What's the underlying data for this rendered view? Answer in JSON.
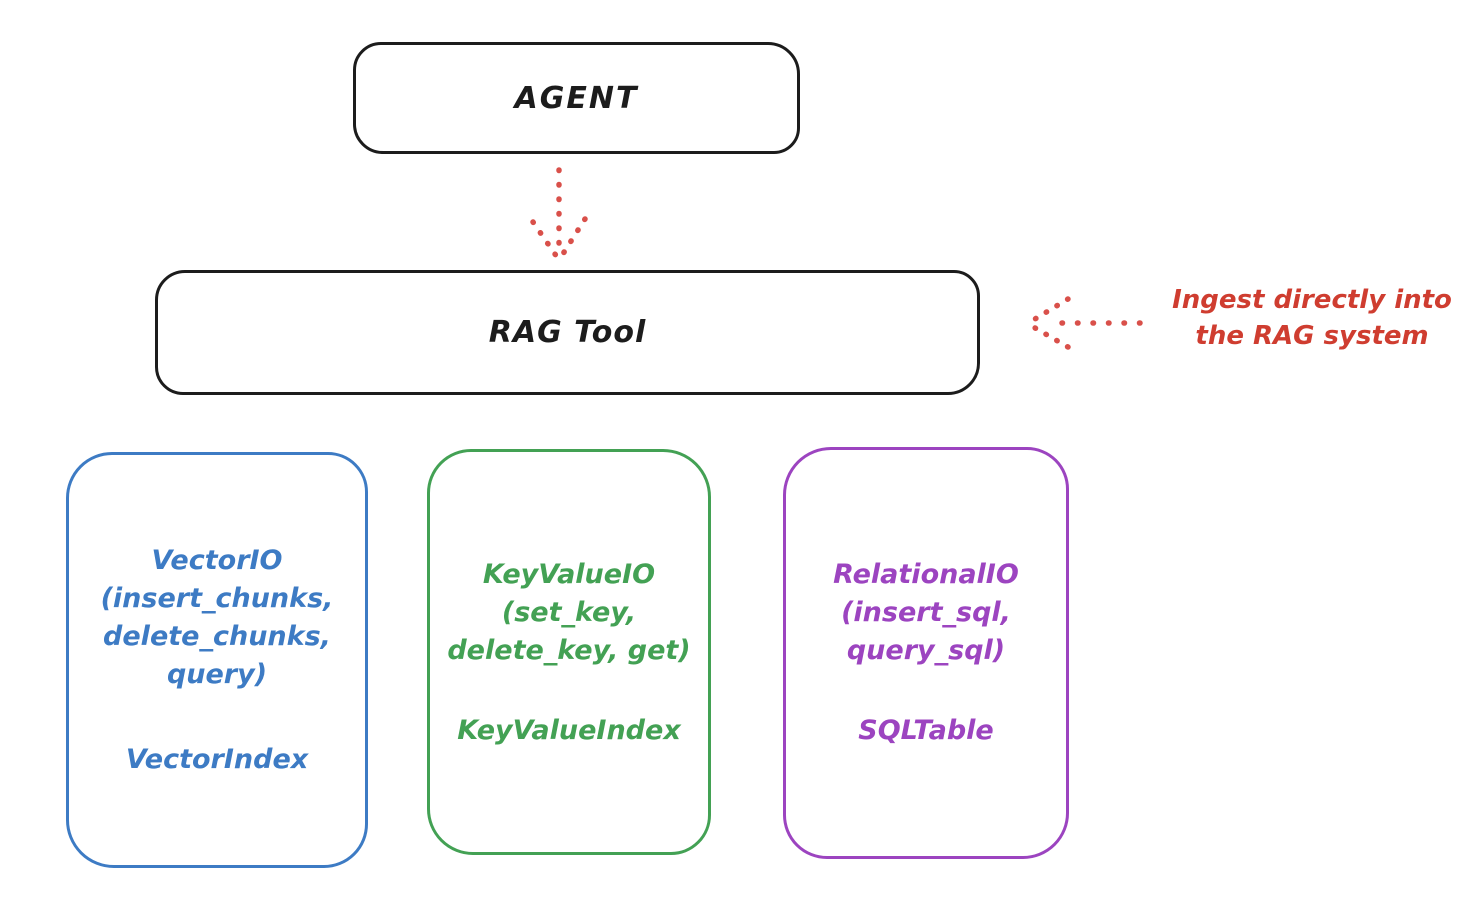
{
  "diagram": {
    "title_hint": "RAG Tool architecture sketch",
    "colors": {
      "stroke_black": "#1c1c1c",
      "annotation_red": "#cf3d30",
      "arrow_red": "#d9504a",
      "vector_blue": "#3d7bc4",
      "keyvalue_green": "#43a154",
      "relational_purple": "#9c44c0",
      "background": "#ffffff"
    },
    "nodes": {
      "agent": {
        "label": "AGENT"
      },
      "rag_tool": {
        "label": "RAG Tool"
      }
    },
    "annotation": {
      "line1": "Ingest directly into",
      "line2": "the RAG system"
    },
    "arrows": [
      {
        "name": "agent-to-ragtool",
        "style": "dotted",
        "color": "#d9504a",
        "direction": "down"
      },
      {
        "name": "ingest-to-ragtool",
        "style": "dotted",
        "color": "#d9504a",
        "direction": "left"
      }
    ],
    "boxes": [
      {
        "id": "vector-io",
        "lines": [
          "VectorIO",
          "(insert_chunks,",
          "delete_chunks,",
          "query)"
        ],
        "index_label": "VectorIndex",
        "color": "#3d7bc4"
      },
      {
        "id": "keyvalue-io",
        "lines": [
          "KeyValueIO",
          "(set_key,",
          "delete_key, get)"
        ],
        "index_label": "KeyValueIndex",
        "color": "#43a154"
      },
      {
        "id": "relational-io",
        "lines": [
          "RelationalIO",
          "(insert_sql,",
          "query_sql)"
        ],
        "index_label": "SQLTable",
        "color": "#9c44c0"
      }
    ]
  }
}
